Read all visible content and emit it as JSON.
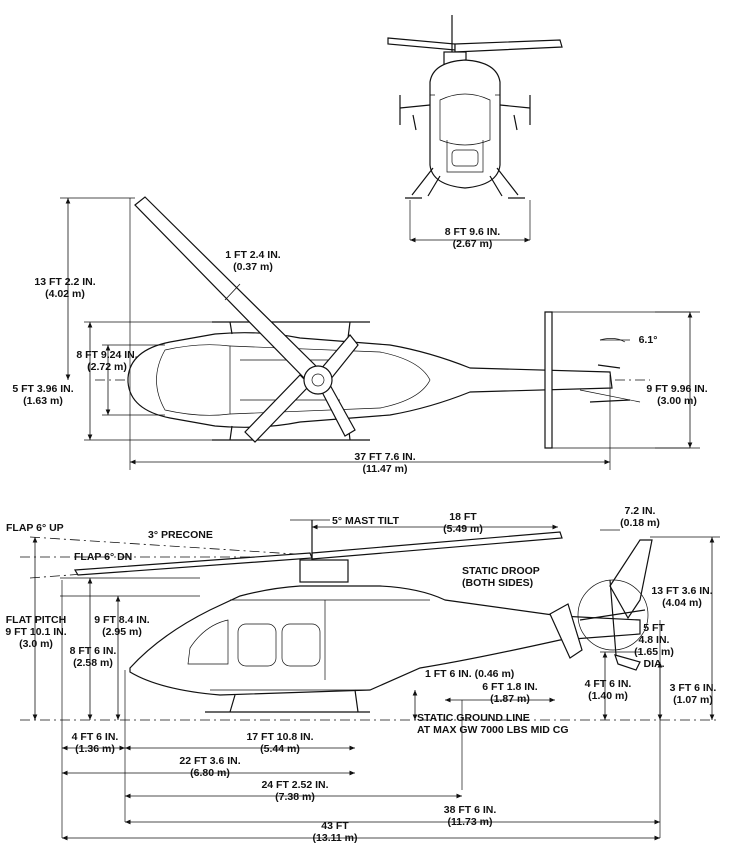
{
  "front_view": {
    "width": "8 FT 9.6 IN.",
    "width_m": "(2.67 m)"
  },
  "top_view": {
    "rotor_height": "13 FT 2.2 IN.",
    "rotor_height_m": "(4.02 m)",
    "blade_chord": "1 FT 2.4 IN.",
    "blade_chord_m": "(0.37 m)",
    "skid_width": "8 FT 9.24 IN.",
    "skid_width_m": "(2.72 m)",
    "fuselage_width": "5 FT 3.96 IN.",
    "fuselage_width_m": "(1.63 m)",
    "stab_span": "9 FT 9.96 IN.",
    "stab_span_m": "(3.00 m)",
    "stab_angle": "6.1°",
    "length": "37 FT 7.6 IN.",
    "length_m": "(11.47 m)"
  },
  "side_view": {
    "flap_up": "FLAP 6° UP",
    "precone": "3° PRECONE",
    "mast_tilt": "5° MAST TILT",
    "rotor_radius": "18 FT",
    "rotor_radius_m": "(5.49 m)",
    "tail_offset": "7.2 IN.",
    "tail_offset_m": "(0.18 m)",
    "flap_dn": "FLAP 6° DN",
    "static_droop_1": "STATIC DROOP",
    "static_droop_2": "(BOTH SIDES)",
    "flat_pitch_1": "FLAT PITCH",
    "flat_pitch_2": "9 FT 10.1 IN.",
    "flat_pitch_m": "(3.0 m)",
    "rotor_hub_height": "9 FT 8.4 IN.",
    "rotor_hub_height_m": "(2.95 m)",
    "cabin_height": "8 FT 6 IN.",
    "cabin_height_m": "(2.58 m)",
    "tail_height": "13 FT 3.6 IN.",
    "tail_height_m": "(4.04 m)",
    "tail_rotor_dia_1": "5 FT",
    "tail_rotor_dia_2": "4.8 IN.",
    "tail_rotor_dia_m": "(1.65 m)",
    "tail_rotor_dia_3": "DIA.",
    "skid_clearance": "1 FT 6 IN. (0.46 m)",
    "skid_length": "6 FT 1.8 IN.",
    "skid_length_m": "(1.87 m)",
    "tail_clearance": "4 FT 6 IN.",
    "tail_clearance_m": "(1.40 m)",
    "tail_skid_height": "3 FT 6 IN.",
    "tail_skid_height_m": "(1.07 m)",
    "ground_line_1": "STATIC GROUND LINE",
    "ground_line_2": "AT MAX GW 7000 LBS MID CG",
    "nose_offset": "4 FT 6 IN.",
    "nose_offset_m": "(1.36 m)",
    "skid_span": "17 FT 10.8 IN.",
    "skid_span_m": "(5.44 m)",
    "d_22": "22 FT 3.6 IN.",
    "d_22_m": "(6.80 m)",
    "d_24": "24 FT 2.52 IN.",
    "d_24_m": "(7.38 m)",
    "d_38": "38 FT 6 IN.",
    "d_38_m": "(11.73 m)",
    "overall": "43 FT",
    "overall_m": "(13.11 m)"
  }
}
